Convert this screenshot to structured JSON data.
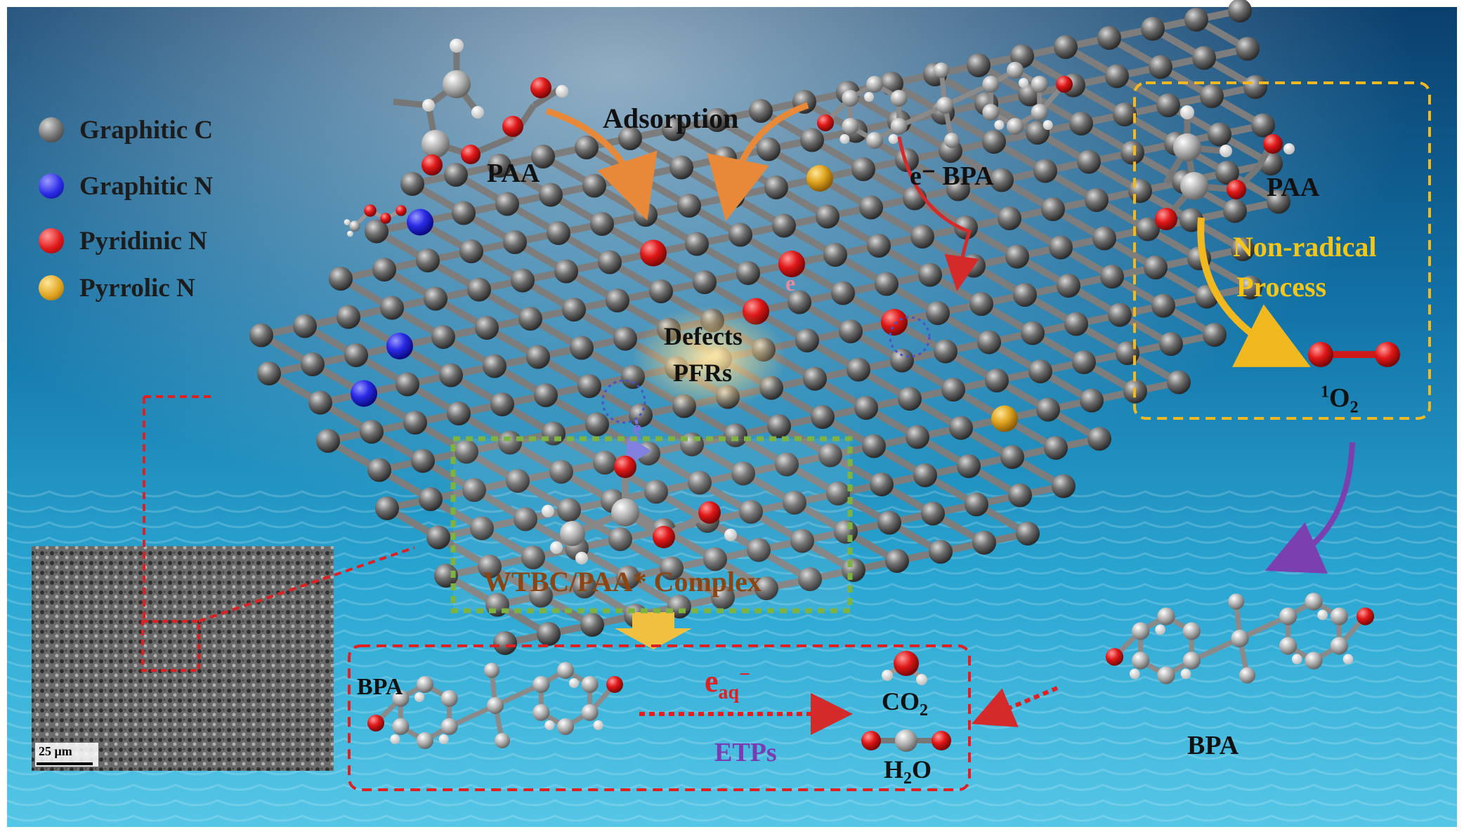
{
  "legend": [
    {
      "label": "Graphitic C",
      "color": "#6e6e6e"
    },
    {
      "label": "Graphitic N",
      "color": "#2a2ae6"
    },
    {
      "label": "Pyridinic N",
      "color": "#e01818"
    },
    {
      "label": "Pyrrolic N",
      "color": "#e0a520"
    }
  ],
  "labels": {
    "paa_top": "PAA",
    "adsorption": "Adsorption",
    "electron_bpa": "e⁻ BPA",
    "defects": "Defects",
    "pfrs": "PFRs",
    "e_small": "e",
    "complex": "WTBC/PAA* Complex",
    "paa_right": "PAA",
    "non_radical_1": "Non-radical",
    "non_radical_2": "Process",
    "singlet_oxygen_sup": "1",
    "singlet_oxygen_base": "O",
    "singlet_oxygen_sub": "2",
    "bpa_right": "BPA",
    "bpa_bottom": "BPA",
    "eaq_base": "e",
    "eaq_sub": "aq",
    "eaq_sup": "−",
    "etps": "ETPs",
    "co2_base": "CO",
    "co2_sub": "2",
    "h2o_h": "H",
    "h2o_sub": "2",
    "h2o_o": "O",
    "scale_bar": "25 μm"
  },
  "colors": {
    "orange_arrow": "#e8893a",
    "red_arrow": "#d42a2a",
    "purple_arrow": "#7b3fb0",
    "yellow_box": "#f2b820",
    "green_box": "#7cb342",
    "red_box": "#e02020",
    "complex_text": "#8b4513",
    "non_radical_text": "#f5c518",
    "etps_text": "#7a3cb5"
  }
}
